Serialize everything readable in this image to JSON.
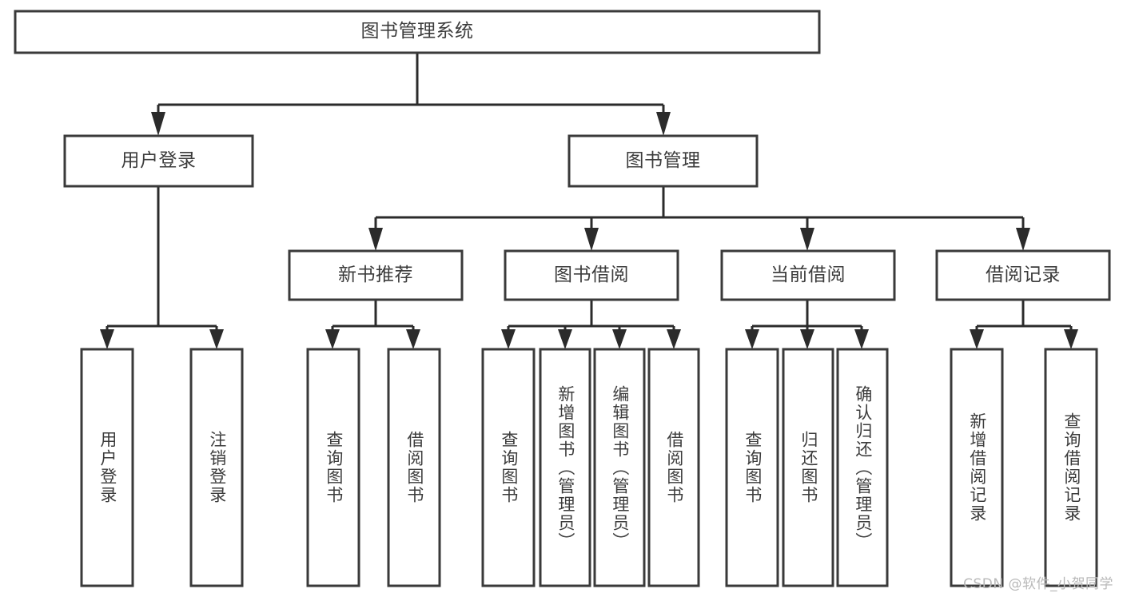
{
  "diagram": {
    "type": "tree-hierarchy",
    "title": "图书管理系统",
    "watermark": "CSDN @软件_小贺同学",
    "colors": {
      "box_stroke": "#3a3a3a",
      "box_fill": "#ffffff",
      "connector": "#2b2b2b",
      "text": "#3c3c3c",
      "background": "#ffffff",
      "watermark": "#b9b9b9"
    },
    "levels": {
      "root": {
        "label": "图书管理系统"
      },
      "level2": [
        {
          "label": "用户登录"
        },
        {
          "label": "图书管理"
        }
      ],
      "level3": [
        {
          "label": "新书推荐"
        },
        {
          "label": "图书借阅"
        },
        {
          "label": "当前借阅"
        },
        {
          "label": "借阅记录"
        }
      ],
      "leaves": {
        "user_login": [
          {
            "label": "用户登录"
          },
          {
            "label": "注销登录"
          }
        ],
        "new_book_recommend": [
          {
            "label": "查询图书"
          },
          {
            "label": "借阅图书"
          }
        ],
        "book_borrow": [
          {
            "label": "查询图书"
          },
          {
            "label": "新增图书（管理员）"
          },
          {
            "label": "编辑图书（管理员）"
          },
          {
            "label": "借阅图书"
          }
        ],
        "current_borrow": [
          {
            "label": "查询图书"
          },
          {
            "label": "归还图书"
          },
          {
            "label": "确认归还（管理员）"
          }
        ],
        "borrow_record": [
          {
            "label": "新增借阅记录"
          },
          {
            "label": "查询借阅记录"
          }
        ]
      }
    }
  }
}
